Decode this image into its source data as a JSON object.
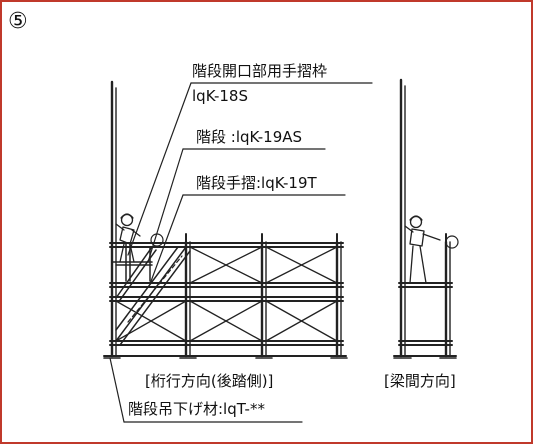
{
  "step_marker": "⑤",
  "labels": {
    "stair_opening_handrail_frame": "階段開口部用手摺枠",
    "stair_opening_handrail_frame_code": "lqK-18S",
    "stair": "階段 :lqK-19AS",
    "stair_handrail": "階段手摺:lqK-19T",
    "stair_hanger": "階段吊下げ材:lqT-**"
  },
  "views": {
    "girder_direction": "[桁行方向(後踏側)]",
    "beam_direction": "[梁間方向]"
  },
  "colors": {
    "frame_border": "#c0392b",
    "line": "#222222",
    "text": "#111111"
  }
}
